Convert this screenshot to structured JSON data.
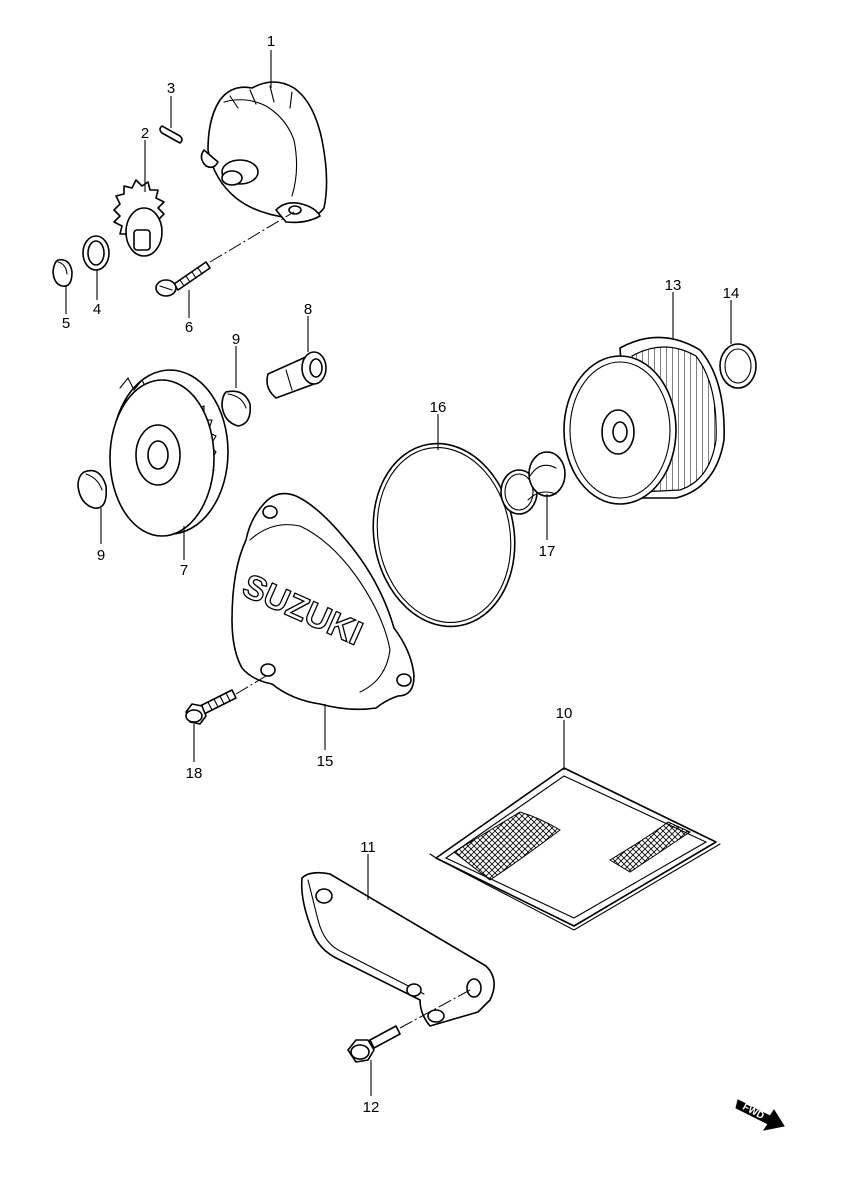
{
  "callouts": {
    "c1": "1",
    "c2": "2",
    "c3": "3",
    "c4": "4",
    "c5": "5",
    "c6": "6",
    "c7": "7",
    "c8": "8",
    "c9a": "9",
    "c9b": "9",
    "c10": "10",
    "c11": "11",
    "c12": "12",
    "c13": "13",
    "c14": "14",
    "c15": "15",
    "c16": "16",
    "c17": "17",
    "c18": "18"
  },
  "cover_logo": "SUZUKI",
  "direction_badge": "FWD"
}
